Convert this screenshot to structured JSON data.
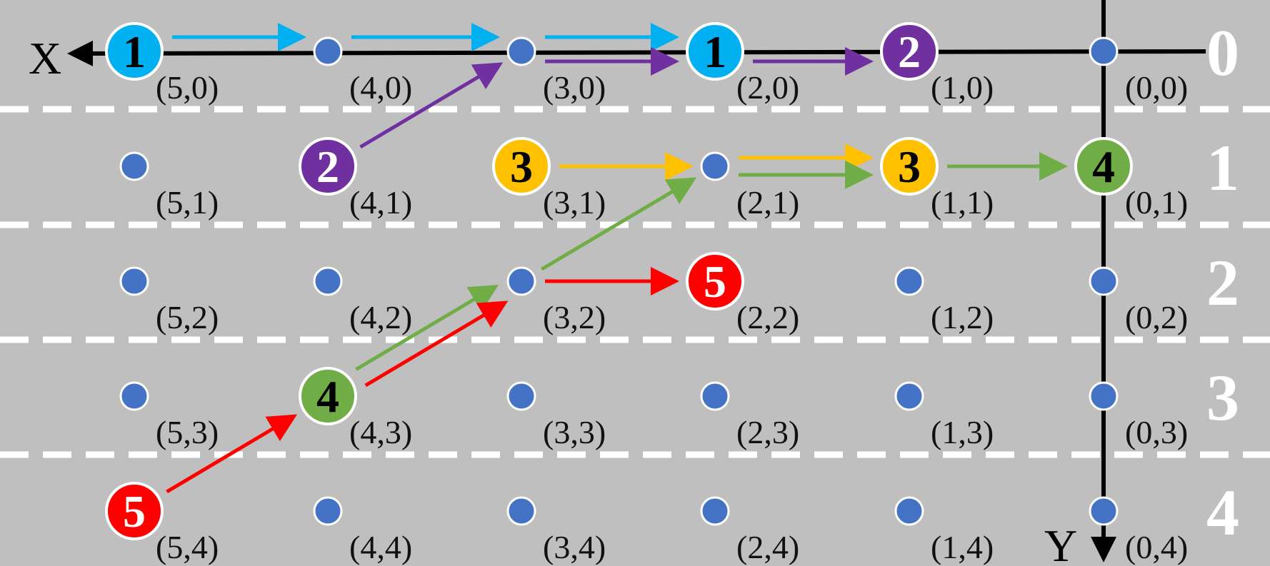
{
  "axes": {
    "x_label": "X",
    "y_label": "Y"
  },
  "row_labels": [
    "0",
    "1",
    "2",
    "3",
    "4"
  ],
  "colors": {
    "background": "#bfbfbf",
    "dot": "#4472c4",
    "cyan": "#00b0f0",
    "purple": "#7030a0",
    "yellow": "#ffc000",
    "green": "#70ad47",
    "red": "#ff0000"
  },
  "points": [
    {
      "x": 5,
      "y": 0,
      "label": "(5,0)",
      "marker": "1",
      "color": "cyan"
    },
    {
      "x": 4,
      "y": 0,
      "label": "(4,0)"
    },
    {
      "x": 3,
      "y": 0,
      "label": "(3,0)"
    },
    {
      "x": 2,
      "y": 0,
      "label": "(2,0)",
      "marker": "1",
      "color": "cyan"
    },
    {
      "x": 1,
      "y": 0,
      "label": "(1,0)",
      "marker": "2",
      "color": "purple"
    },
    {
      "x": 0,
      "y": 0,
      "label": "(0,0)"
    },
    {
      "x": 5,
      "y": 1,
      "label": "(5,1)"
    },
    {
      "x": 4,
      "y": 1,
      "label": "(4,1)",
      "marker": "2",
      "color": "purple"
    },
    {
      "x": 3,
      "y": 1,
      "label": "(3,1)",
      "marker": "3",
      "color": "yellow"
    },
    {
      "x": 2,
      "y": 1,
      "label": "(2,1)"
    },
    {
      "x": 1,
      "y": 1,
      "label": "(1,1)",
      "marker": "3",
      "color": "yellow"
    },
    {
      "x": 0,
      "y": 1,
      "label": "(0,1)",
      "marker": "4",
      "color": "green"
    },
    {
      "x": 5,
      "y": 2,
      "label": "(5,2)"
    },
    {
      "x": 4,
      "y": 2,
      "label": "(4,2)"
    },
    {
      "x": 3,
      "y": 2,
      "label": "(3,2)"
    },
    {
      "x": 2,
      "y": 2,
      "label": "(2,2)",
      "marker": "5",
      "color": "red"
    },
    {
      "x": 1,
      "y": 2,
      "label": "(1,2)"
    },
    {
      "x": 0,
      "y": 2,
      "label": "(0,2)"
    },
    {
      "x": 5,
      "y": 3,
      "label": "(5,3)"
    },
    {
      "x": 4,
      "y": 3,
      "label": "(4,3)",
      "marker": "4",
      "color": "green"
    },
    {
      "x": 3,
      "y": 3,
      "label": "(3,3)"
    },
    {
      "x": 2,
      "y": 3,
      "label": "(2,3)"
    },
    {
      "x": 1,
      "y": 3,
      "label": "(1,3)"
    },
    {
      "x": 0,
      "y": 3,
      "label": "(0,3)"
    },
    {
      "x": 5,
      "y": 4,
      "label": "(5,4)",
      "marker": "5",
      "color": "red"
    },
    {
      "x": 4,
      "y": 4,
      "label": "(4,4)"
    },
    {
      "x": 3,
      "y": 4,
      "label": "(3,4)"
    },
    {
      "x": 2,
      "y": 4,
      "label": "(2,4)"
    },
    {
      "x": 1,
      "y": 4,
      "label": "(1,4)"
    },
    {
      "x": 0,
      "y": 4,
      "label": "(0,4)"
    }
  ],
  "paths": [
    {
      "color": "cyan",
      "steps": [
        [
          [
            5,
            0
          ],
          [
            4,
            0
          ]
        ],
        [
          [
            4,
            0
          ],
          [
            3,
            0
          ]
        ],
        [
          [
            3,
            0
          ],
          [
            2,
            0
          ]
        ]
      ]
    },
    {
      "color": "purple",
      "steps": [
        [
          [
            4,
            1
          ],
          [
            3,
            0
          ]
        ],
        [
          [
            3,
            0
          ],
          [
            2,
            0
          ]
        ],
        [
          [
            2,
            0
          ],
          [
            1,
            0
          ]
        ]
      ]
    },
    {
      "color": "yellow",
      "steps": [
        [
          [
            3,
            1
          ],
          [
            2,
            1
          ]
        ],
        [
          [
            2,
            1
          ],
          [
            1,
            1
          ]
        ]
      ]
    },
    {
      "color": "green",
      "steps": [
        [
          [
            4,
            3
          ],
          [
            3,
            2
          ]
        ],
        [
          [
            3,
            2
          ],
          [
            2,
            1
          ]
        ],
        [
          [
            2,
            1
          ],
          [
            1,
            1
          ]
        ],
        [
          [
            1,
            1
          ],
          [
            0,
            1
          ]
        ]
      ]
    },
    {
      "color": "red",
      "steps": [
        [
          [
            5,
            4
          ],
          [
            4,
            3
          ]
        ],
        [
          [
            4,
            3
          ],
          [
            3,
            2
          ]
        ],
        [
          [
            3,
            2
          ],
          [
            2,
            2
          ]
        ]
      ]
    }
  ]
}
